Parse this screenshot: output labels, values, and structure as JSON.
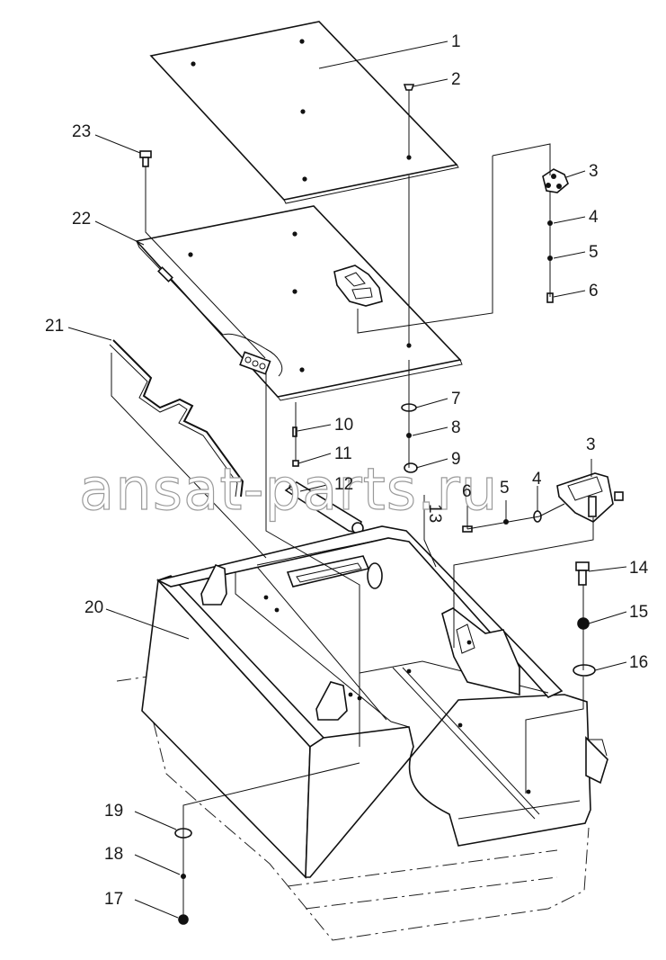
{
  "watermark": "ansat-parts.ru",
  "callouts": [
    {
      "id": "1",
      "text": "1"
    },
    {
      "id": "2",
      "text": "2"
    },
    {
      "id": "3a",
      "text": "3"
    },
    {
      "id": "4a",
      "text": "4"
    },
    {
      "id": "5a",
      "text": "5"
    },
    {
      "id": "6a",
      "text": "6"
    },
    {
      "id": "7",
      "text": "7"
    },
    {
      "id": "8",
      "text": "8"
    },
    {
      "id": "9",
      "text": "9"
    },
    {
      "id": "10",
      "text": "10"
    },
    {
      "id": "11",
      "text": "11"
    },
    {
      "id": "12",
      "text": "12"
    },
    {
      "id": "13",
      "text": "13"
    },
    {
      "id": "3b",
      "text": "3"
    },
    {
      "id": "4b",
      "text": "4"
    },
    {
      "id": "5b",
      "text": "5"
    },
    {
      "id": "6b",
      "text": "6"
    },
    {
      "id": "14",
      "text": "14"
    },
    {
      "id": "15",
      "text": "15"
    },
    {
      "id": "16",
      "text": "16"
    },
    {
      "id": "17",
      "text": "17"
    },
    {
      "id": "18",
      "text": "18"
    },
    {
      "id": "19",
      "text": "19"
    },
    {
      "id": "20",
      "text": "20"
    },
    {
      "id": "21",
      "text": "21"
    },
    {
      "id": "22",
      "text": "22"
    },
    {
      "id": "23",
      "text": "23"
    }
  ]
}
